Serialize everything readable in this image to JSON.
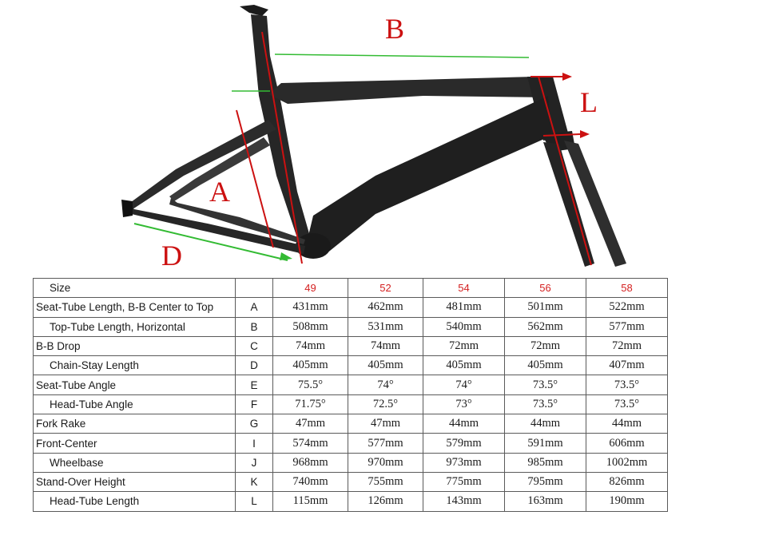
{
  "dimension_letters": {
    "A": "A",
    "B": "B",
    "D": "D",
    "L": "L"
  },
  "colors": {
    "frame": "#222222",
    "dimension_line": "#cc1111",
    "measure_line": "#33bb33",
    "size_header": "#d42020"
  },
  "table": {
    "header": {
      "label": "Size",
      "code": "",
      "sizes": [
        "49",
        "52",
        "54",
        "56",
        "58"
      ]
    },
    "rows": [
      {
        "label": "Seat-Tube Length, B-B Center to Top",
        "indent": false,
        "code": "A",
        "values": [
          "431mm",
          "462mm",
          "481mm",
          "501mm",
          "522mm"
        ]
      },
      {
        "label": "Top-Tube Length, Horizontal",
        "indent": true,
        "code": "B",
        "values": [
          "508mm",
          "531mm",
          "540mm",
          "562mm",
          "577mm"
        ]
      },
      {
        "label": "B-B Drop",
        "indent": false,
        "code": "C",
        "values": [
          "74mm",
          "74mm",
          "72mm",
          "72mm",
          "72mm"
        ]
      },
      {
        "label": "Chain-Stay Length",
        "indent": true,
        "code": "D",
        "values": [
          "405mm",
          "405mm",
          "405mm",
          "405mm",
          "407mm"
        ]
      },
      {
        "label": "Seat-Tube Angle",
        "indent": false,
        "code": "E",
        "values": [
          "75.5°",
          "74°",
          "74°",
          "73.5°",
          "73.5°"
        ]
      },
      {
        "label": "Head-Tube Angle",
        "indent": true,
        "code": "F",
        "values": [
          "71.75°",
          "72.5°",
          "73°",
          "73.5°",
          "73.5°"
        ]
      },
      {
        "label": "Fork Rake",
        "indent": false,
        "code": "G",
        "values": [
          "47mm",
          "47mm",
          "44mm",
          "44mm",
          "44mm"
        ]
      },
      {
        "label": "Front-Center",
        "indent": false,
        "code": "I",
        "values": [
          "574mm",
          "577mm",
          "579mm",
          "591mm",
          "606mm"
        ]
      },
      {
        "label": "Wheelbase",
        "indent": true,
        "code": "J",
        "values": [
          "968mm",
          "970mm",
          "973mm",
          "985mm",
          "1002mm"
        ]
      },
      {
        "label": "Stand-Over Height",
        "indent": false,
        "code": "K",
        "values": [
          "740mm",
          "755mm",
          "775mm",
          "795mm",
          "826mm"
        ]
      },
      {
        "label": "Head-Tube Length",
        "indent": true,
        "code": "L",
        "values": [
          "115mm",
          "126mm",
          "143mm",
          "163mm",
          "190mm"
        ]
      }
    ]
  }
}
